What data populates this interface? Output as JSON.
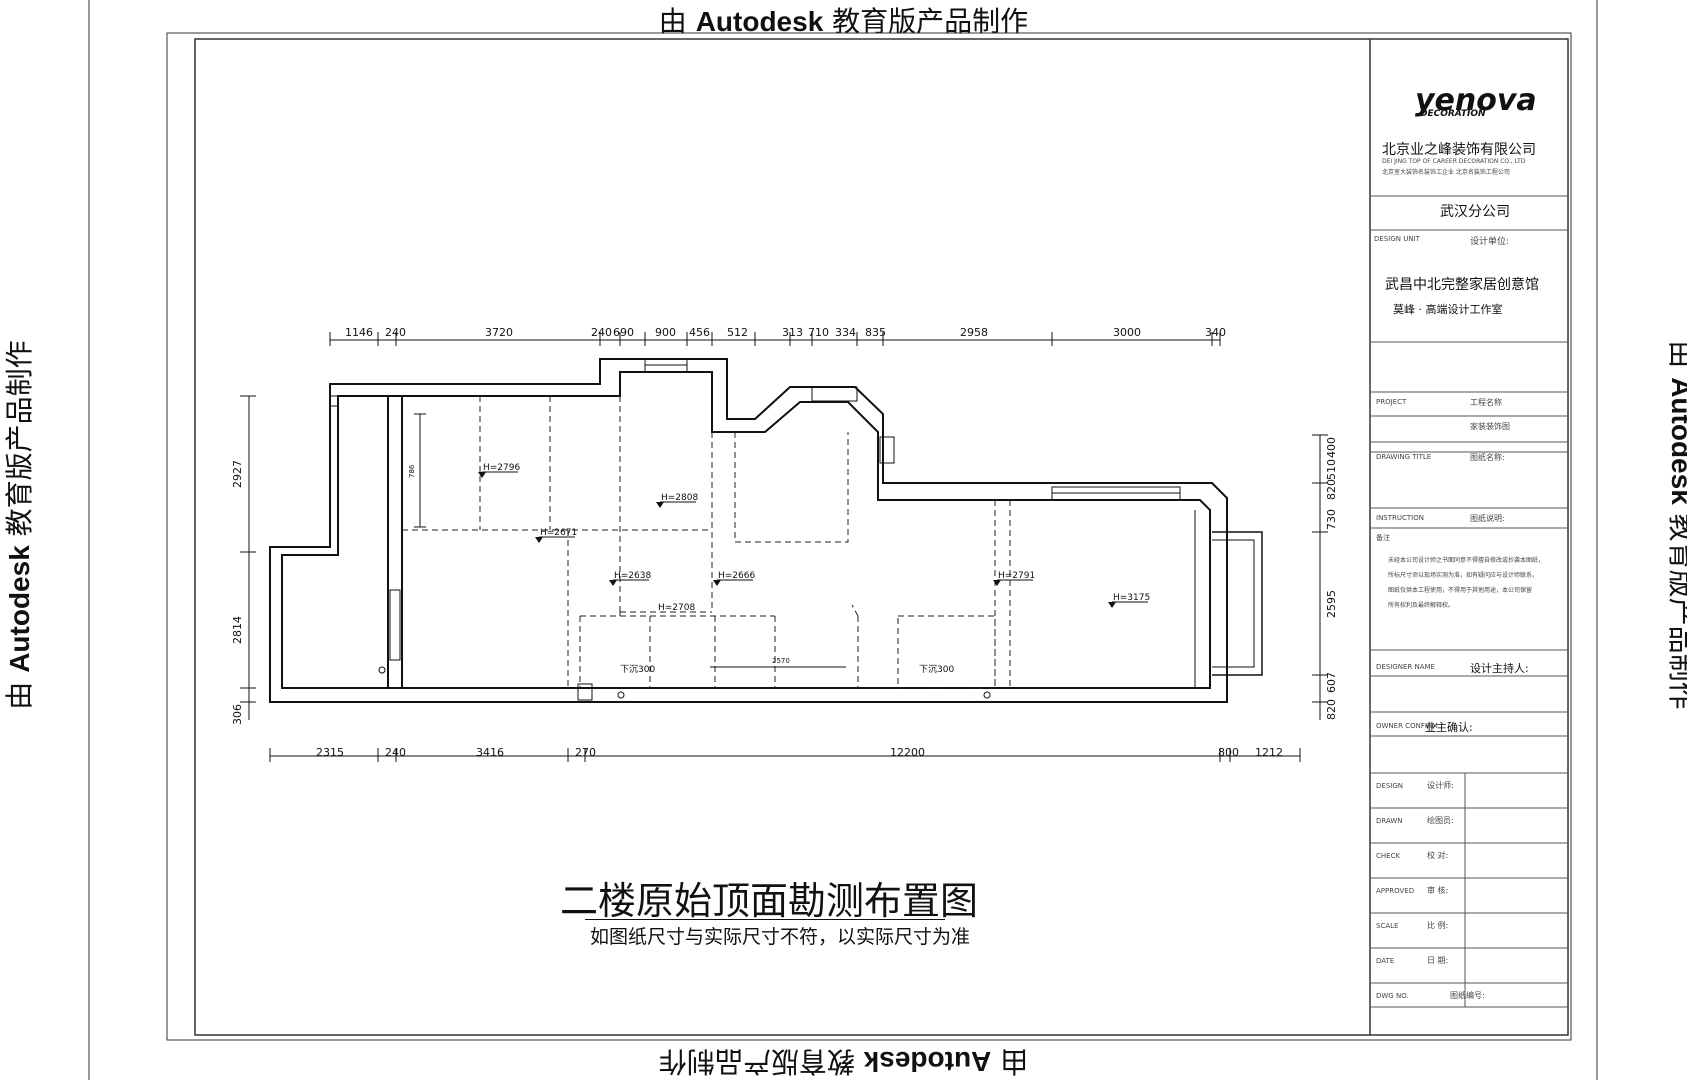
{
  "watermark": {
    "prefix": "由 ",
    "brand": "Autodesk",
    "suffix": " 教育版产品制作"
  },
  "drawing": {
    "title": "二楼原始顶面勘测布置图",
    "note": "如图纸尺寸与实际尺寸不符，以实际尺寸为准",
    "top_dims": [
      "1146",
      "240",
      "3720",
      "240",
      "690",
      "900",
      "456",
      "512",
      "313",
      "710",
      "334",
      "835",
      "2958",
      "3000",
      "340"
    ],
    "bottom_dims": [
      "2315",
      "240",
      "3416",
      "270",
      "12200",
      "800",
      "1212"
    ],
    "left_dims": [
      "2927",
      "2814",
      "306"
    ],
    "right_dims": [
      "400",
      "510",
      "820",
      "730",
      "2595",
      "607",
      "820"
    ],
    "heights": [
      "H=2796",
      "H=2671",
      "H=2808",
      "H=2638",
      "H=2666",
      "H=2708",
      "H=2791",
      "H=3175"
    ],
    "room_labels": [
      "下沉300",
      "下沉300"
    ],
    "inner_dims": [
      "2570",
      "786"
    ]
  },
  "title_block": {
    "logo": "yenova",
    "logo_sub": "DECORATION",
    "company": "北京业之峰装饰有限公司",
    "company_en": "DEI JING TOP OF CAREER DECORATION CO., LTD",
    "company_small": "北京室大装饰名装饰工企业 北京名装饰工程公司",
    "branch": "武汉分公司",
    "design_unit_en": "DESIGN UNIT",
    "design_unit_label": "设计单位:",
    "studio_1": "武昌中北完整家居创意馆",
    "studio_2": "莫峰 · 高端设计工作室",
    "project_en": "PROJECT",
    "project_label": "工程名称",
    "project_value": "家装装饰图",
    "drawing_en": "DRAWING TITLE",
    "drawing_label": "图纸名称:",
    "instruction_en": "INSTRUCTION",
    "instruction_label": "图纸说明:",
    "notes_label": "备注",
    "notes_text": [
      "未经本公司设计师之书面同意不得擅自修改或抄袭本图纸，",
      "所标尺寸须以现场实测为准，如有疑问应与设计师联系，",
      "图纸仅供本工程使用，不得用于其他用途，本公司保留",
      "所有权利及最终解释权。"
    ],
    "designer_en": "DESIGNER NAME",
    "designer_label": "设计主持人:",
    "owner_en": "OWNER CONFIRM",
    "owner_label": "业主确认:",
    "rows": [
      {
        "en": "DESIGN",
        "label": "设计师:"
      },
      {
        "en": "DRAWN",
        "label": "绘图员:"
      },
      {
        "en": "CHECK",
        "label": "校    对:"
      },
      {
        "en": "APPROVED",
        "label": "审    核:"
      },
      {
        "en": "SCALE",
        "label": "比    例:"
      },
      {
        "en": "DATE",
        "label": "日    期:"
      },
      {
        "en": "DWG NO.",
        "label": "图纸编号:"
      }
    ]
  }
}
